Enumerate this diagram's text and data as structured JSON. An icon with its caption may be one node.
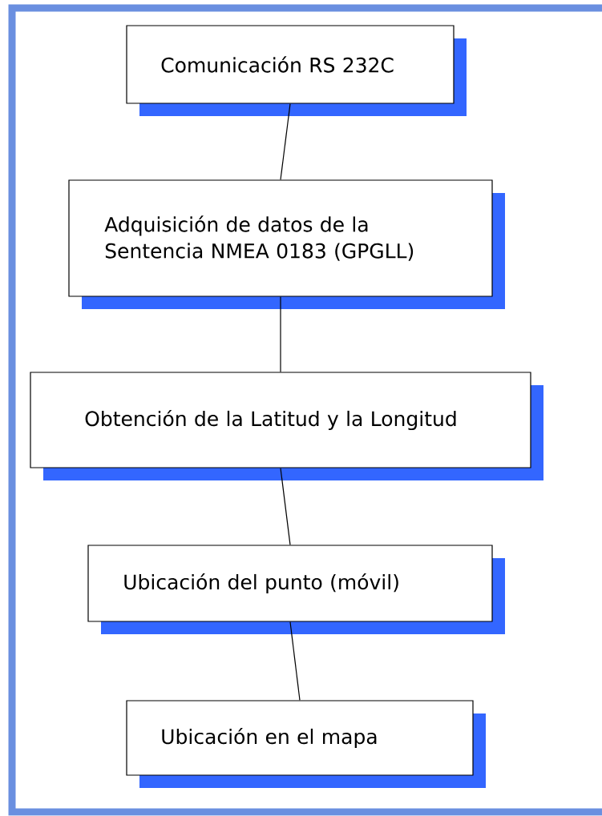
{
  "diagram": {
    "nodes": [
      {
        "text": [
          "Comunicación RS 232C"
        ]
      },
      {
        "text": [
          "Adquisición de datos de la Sentencia NMEA 0183 (GPGLL)"
        ]
      },
      {
        "text": [
          "Obtención de la Latitud y la Longitud"
        ]
      },
      {
        "text": [
          "Ubicación del punto (móvil)"
        ]
      },
      {
        "text": [
          "Ubicación en el mapa"
        ]
      }
    ],
    "edges": [
      {
        "from": 0,
        "to": 1,
        "arrow": "none"
      },
      {
        "from": 1,
        "to": 2,
        "arrow": "none"
      },
      {
        "from": 2,
        "to": 3,
        "arrow": "none"
      },
      {
        "from": 3,
        "to": 4,
        "arrow": "none"
      }
    ]
  }
}
